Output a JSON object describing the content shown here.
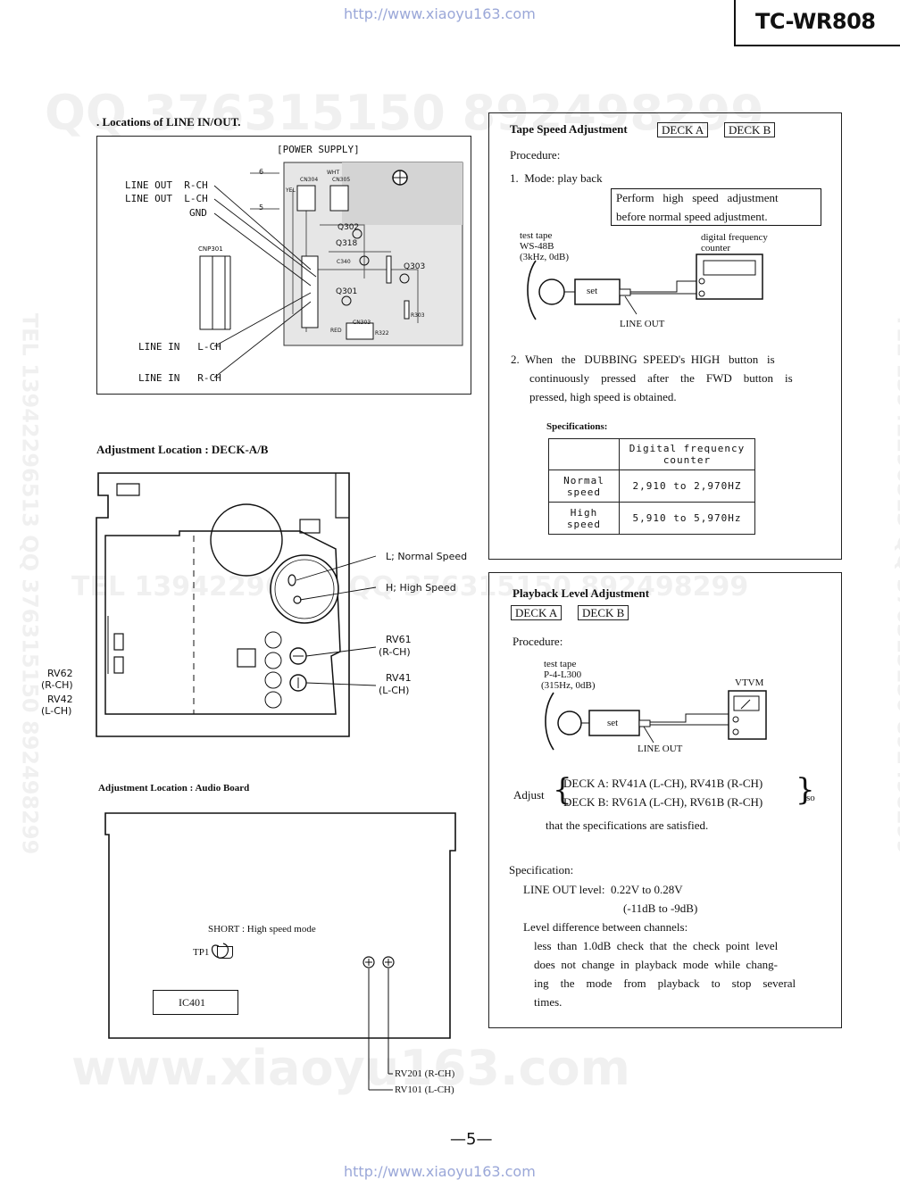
{
  "header": {
    "url_top": "http://www.xiaoyu163.com",
    "model": "TC-WR808"
  },
  "watermarks": {
    "qq": "QQ 376315150  892498299",
    "tel_mid": "TEL 13942296513   QQ 376315150  892498299",
    "tel_vertical": "TEL 13942296513  QQ 376315150  892498299",
    "site": "www.xiaoyu163.com"
  },
  "line_io": {
    "title": ". Locations of LINE IN/OUT.",
    "power_supply": "[POWER SUPPLY]",
    "labels": {
      "line_out_r": "LINE OUT  R-CH",
      "line_out_l": "LINE OUT  L-CH",
      "gnd": "GND",
      "line_in_l": "LINE IN   L-CH",
      "line_in_r": "LINE IN   R-CH",
      "cnp301": "CNP301",
      "cn304": "CN304",
      "cn305": "CN305",
      "wht": "WHT",
      "yel": "YEL",
      "red": "RED",
      "q302": "Q302",
      "q318": "Q318",
      "q303": "Q303",
      "q301": "Q301",
      "c340": "C340",
      "r303": "R303",
      "r322": "R322",
      "cn303": "CN303",
      "six": "6",
      "five": "5"
    }
  },
  "deck_adj": {
    "title": "Adjustment Location : DECK-A/B",
    "normal": "L; Normal Speed",
    "high": "H; High Speed",
    "rv61": "RV61",
    "rv61_ch": "(R-CH)",
    "rv41": "RV41",
    "rv41_ch": "(L-CH)",
    "rv62": "RV62",
    "rv62_ch": "(R-CH)",
    "rv42": "RV42",
    "rv42_ch": "(L-CH)"
  },
  "audio_adj": {
    "title": "Adjustment Location : Audio Board",
    "short": "SHORT : High speed mode",
    "tp1": "TP1",
    "ic401": "IC401",
    "rv201": "RV201 (R-CH)",
    "rv101": "RV101 (L-CH)"
  },
  "tape_speed": {
    "title": "Tape Speed Adjustment",
    "deck_a": "DECK A",
    "deck_b": "DECK B",
    "procedure": "Procedure:",
    "step1": "1.  Mode: play back",
    "note_line1": "Perform   high   speed   adjustment",
    "note_line2": "before normal speed adjustment.",
    "test_tape": "test tape",
    "tape_id": "WS-48B",
    "tape_spec": "(3kHz, 0dB)",
    "dfc1": "digital frequency",
    "dfc2": "counter",
    "set": "set",
    "line_out": "LINE OUT",
    "step2_l1": "2.  When   the   DUBBING  SPEED's  HIGH   button   is",
    "step2_l2": "continuously    pressed    after    the    FWD    button    is",
    "step2_l3": "pressed, high speed is obtained.",
    "spec_title": "Specifications:",
    "table_header": [
      "",
      "Digital frequency counter"
    ],
    "table_rows": [
      [
        "Normal speed",
        "2,910 to 2,970HZ"
      ],
      [
        "High speed",
        "5,910 to 5,970Hz"
      ]
    ]
  },
  "playback": {
    "title": "Playback Level Adjustment",
    "deck_a": "DECK A",
    "deck_b": "DECK B",
    "procedure": "Procedure:",
    "test_tape": "test tape",
    "tape_id": "P-4-L300",
    "tape_spec": "(315Hz, 0dB)",
    "vtvm": "VTVM",
    "set": "set",
    "line_out": "LINE OUT",
    "adjust": "Adjust",
    "adj_a": "DECK A: RV41A (L-CH), RV41B (R-CH)",
    "adj_b": "DECK B: RV61A (L-CH), RV61B (R-CH)",
    "so": "so",
    "satisfied": "that the specifications are satisfied.",
    "spec": "Specification:",
    "level": "LINE OUT level:  0.22V to 0.28V",
    "level_db": "(-11dB to -9dB)",
    "diff": "Level difference between channels:",
    "diff_l1": "less  than  1.0dB  check  that  the  check  point  level",
    "diff_l2": "does  not  change  in  playback  mode  while  chang-",
    "diff_l3": "ing    the    mode    from    playback    to    stop    several",
    "diff_l4": "times."
  },
  "footer": {
    "page": "—5—",
    "url": "http://www.xiaoyu163.com"
  }
}
